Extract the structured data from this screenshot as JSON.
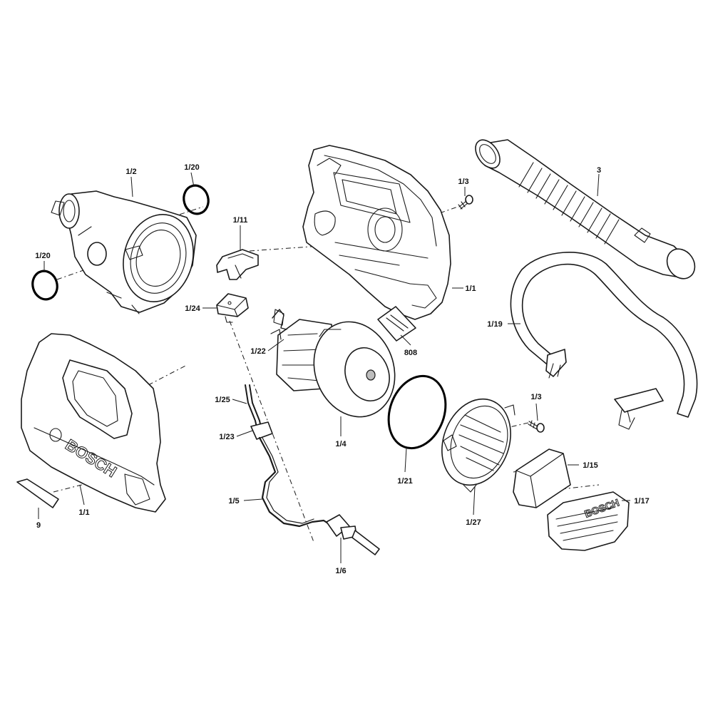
{
  "callouts": {
    "c_1_2": "1/2",
    "c_1_20_top": "1/20",
    "c_1_20_left": "1/20",
    "c_1_11": "1/11",
    "c_1_24": "1/24",
    "c_1_22": "1/22",
    "c_1_25": "1/25",
    "c_1_23": "1/23",
    "c_1_5": "1/5",
    "c_1_6": "1/6",
    "c_1_4": "1/4",
    "c_1_21": "1/21",
    "c_1_27": "1/27",
    "c_808": "808",
    "c_1_1_right": "1/1",
    "c_1_1_left": "1/1",
    "c_9": "9",
    "c_1_3_top": "1/3",
    "c_1_3_bottom": "1/3",
    "c_3": "3",
    "c_1_19": "1/19",
    "c_1_15": "1/15",
    "c_1_17": "1/17"
  },
  "brand": {
    "housing_logo": "BOSCH",
    "cover_logo": "BOSCH"
  }
}
